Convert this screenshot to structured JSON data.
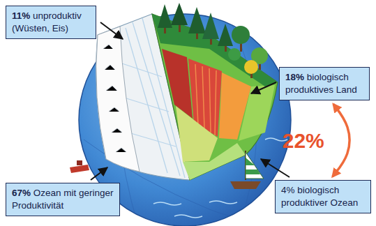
{
  "diagram": {
    "nodes": [
      {
        "text": [
          "11%",
          "unproduktiv (Wüsten, Eis)"
        ]
      },
      {
        "text": [
          "18%",
          "biologisch produktives Land"
        ]
      },
      {
        "text": [
          "67%",
          "Ozean mit geringer Produktivität"
        ]
      },
      {
        "text": [
          "4% biologisch produktiver Ozean"
        ]
      }
    ],
    "edges": [
      {
        "from": 1,
        "to": 3,
        "arrow": "both",
        "label": "22%"
      }
    ]
  }
}
